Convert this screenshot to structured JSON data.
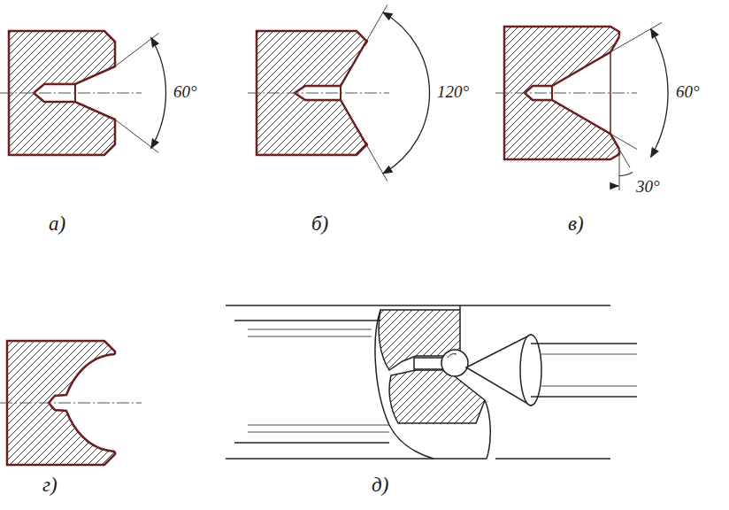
{
  "diagram": {
    "labels": [
      "60°",
      "120°",
      "60°",
      "30°",
      "а)",
      "б)",
      "в)",
      "г)",
      "д)"
    ]
  }
}
